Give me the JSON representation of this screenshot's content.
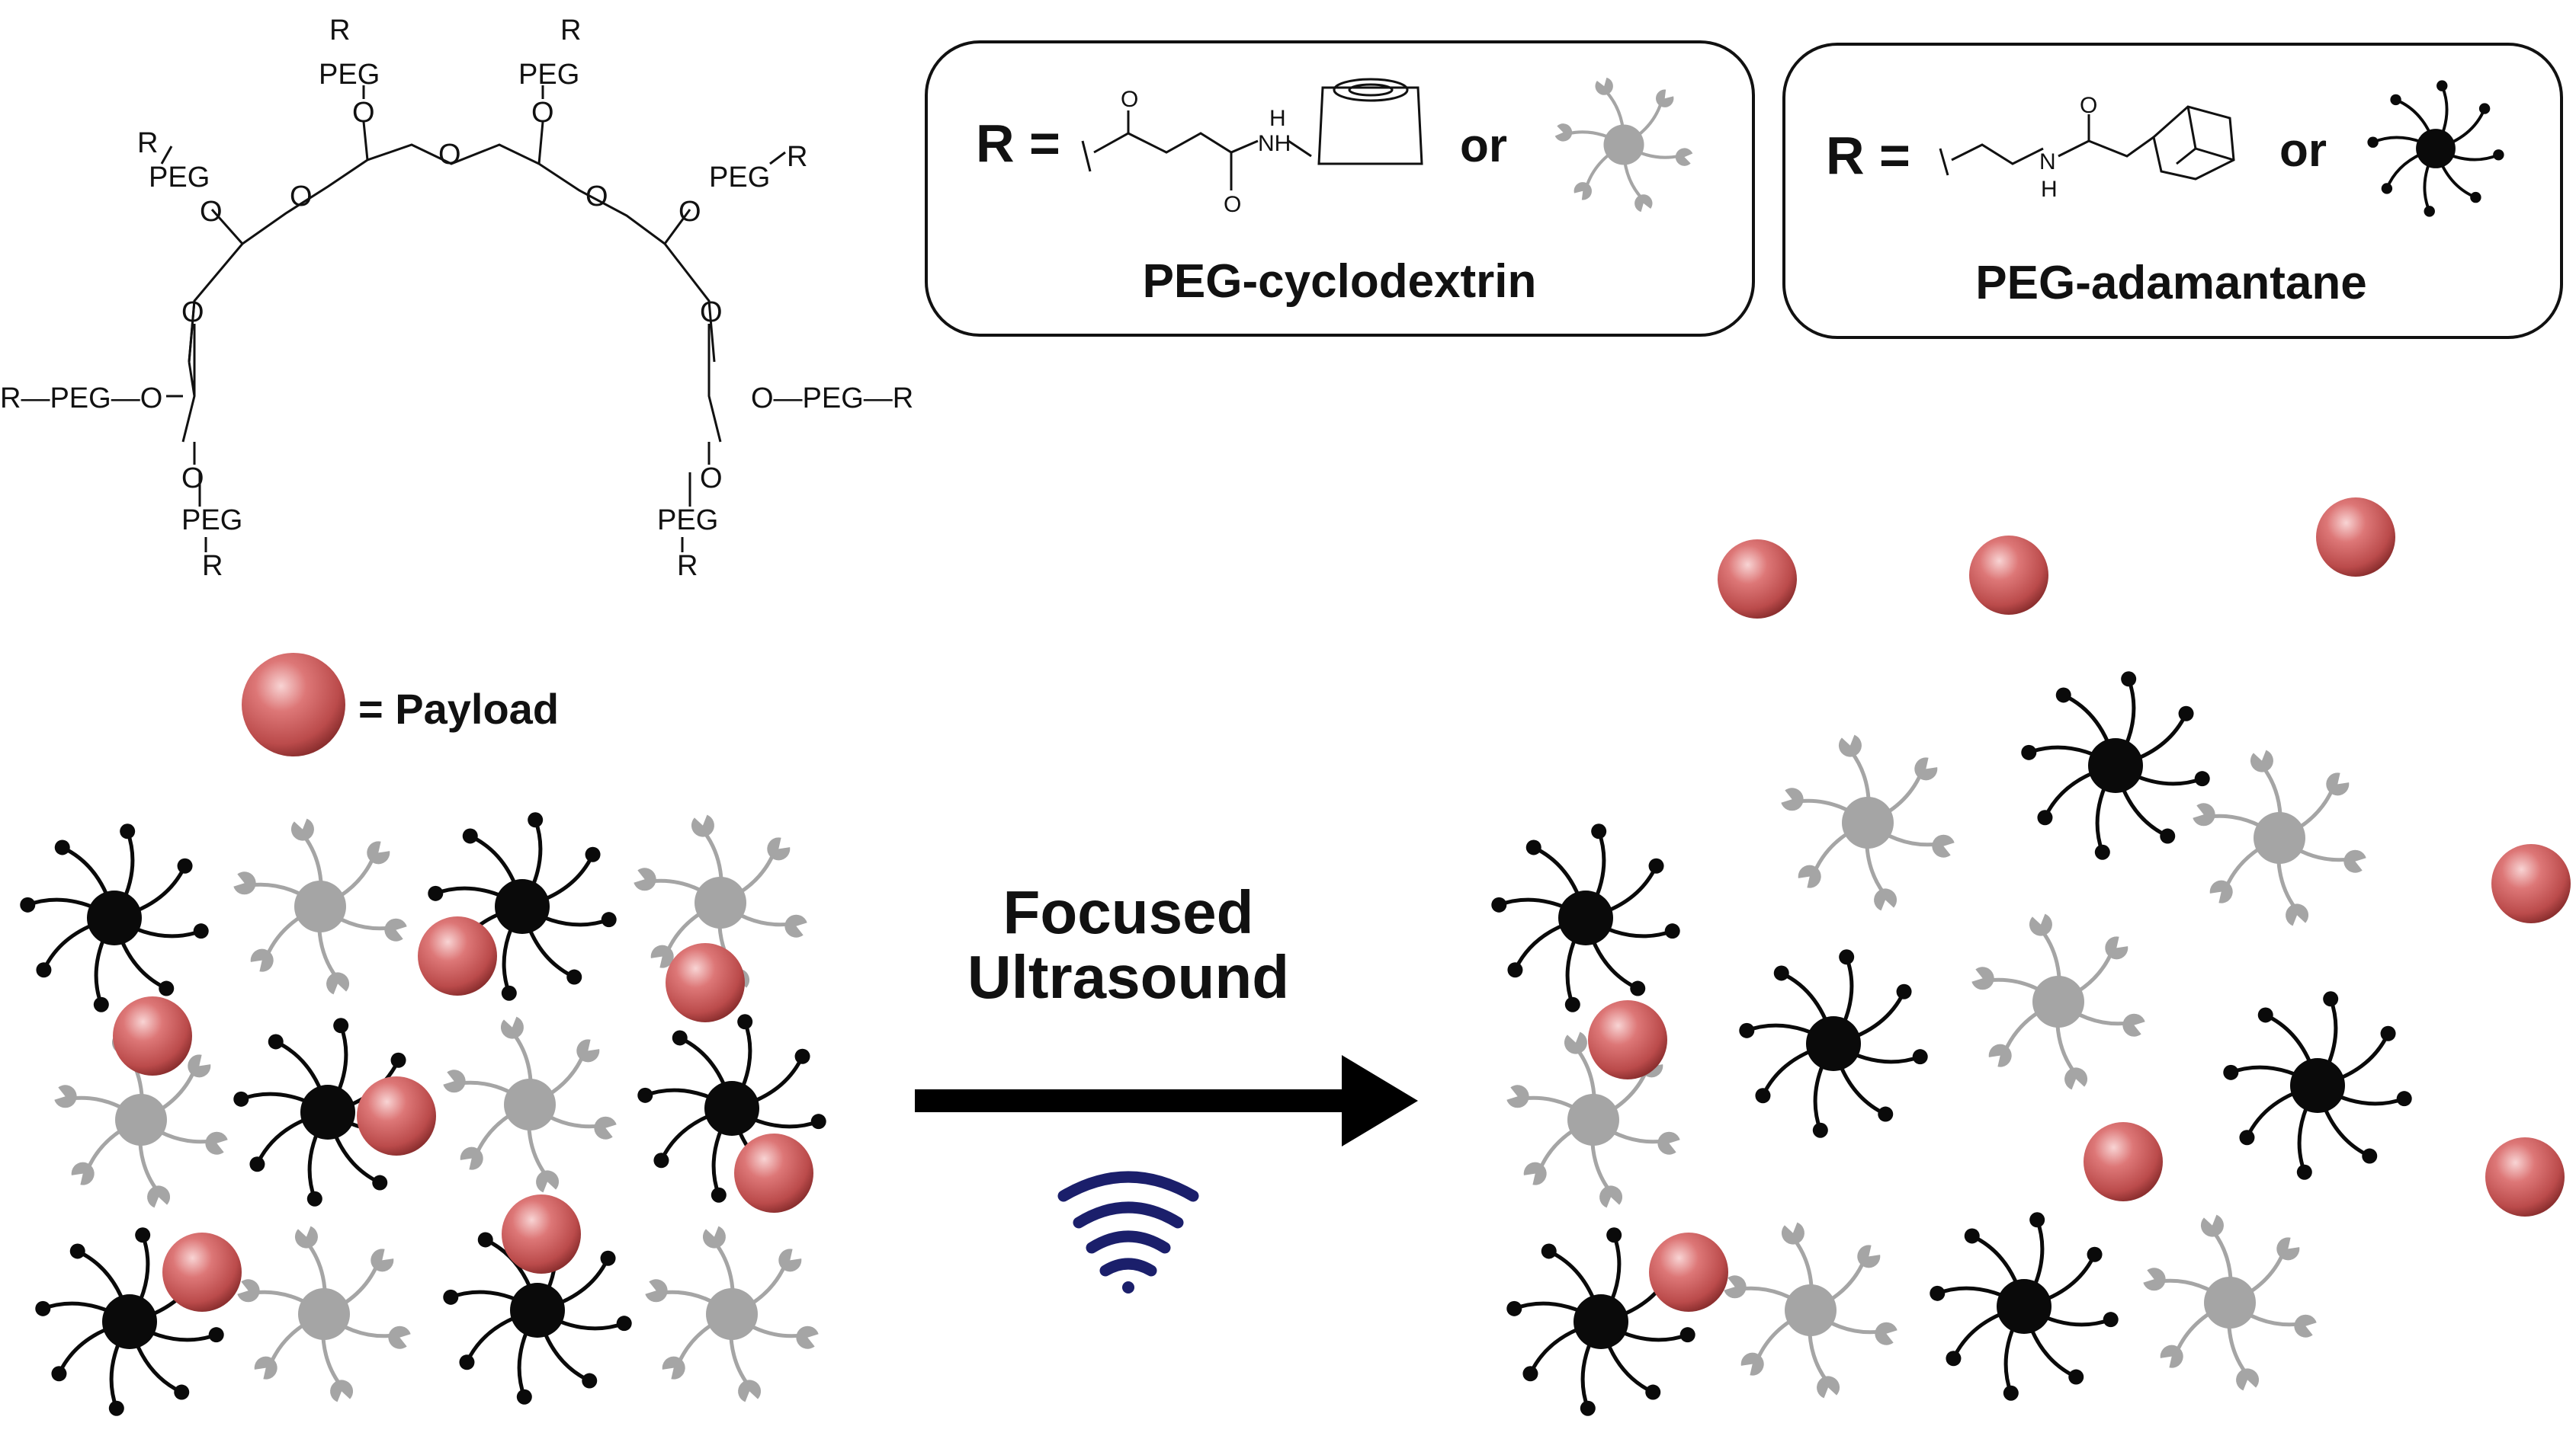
{
  "structure": {
    "peg": "PEG",
    "r": "R",
    "o": "O",
    "r_peg_o": "R—PEG—O",
    "o_peg_r": "O—PEG—R"
  },
  "box_cd": {
    "r_equals": "R =",
    "or": "or",
    "title": "PEG-cyclodextrin",
    "atom_o_top": "O",
    "atom_o_bottom": "O",
    "atom_nh": "NH",
    "atom_h": "H"
  },
  "box_ad": {
    "r_equals": "R =",
    "or": "or",
    "title": "PEG-adamantane",
    "atom_o": "O",
    "atom_n": "N",
    "atom_h": "H"
  },
  "legend": {
    "text": "= Payload"
  },
  "process": {
    "line1": "Focused",
    "line2": "Ultrasound"
  },
  "colors": {
    "payload": "#c95a5a",
    "cd_node": "#a5a5a5",
    "ad_node": "#0a0a0a",
    "wave": "#1b1f6b",
    "arrow": "#000000"
  },
  "icons": [
    "cd-star-icon",
    "ad-star-icon",
    "payload-sphere-icon",
    "ultrasound-wave-icon",
    "right-arrow-icon"
  ]
}
